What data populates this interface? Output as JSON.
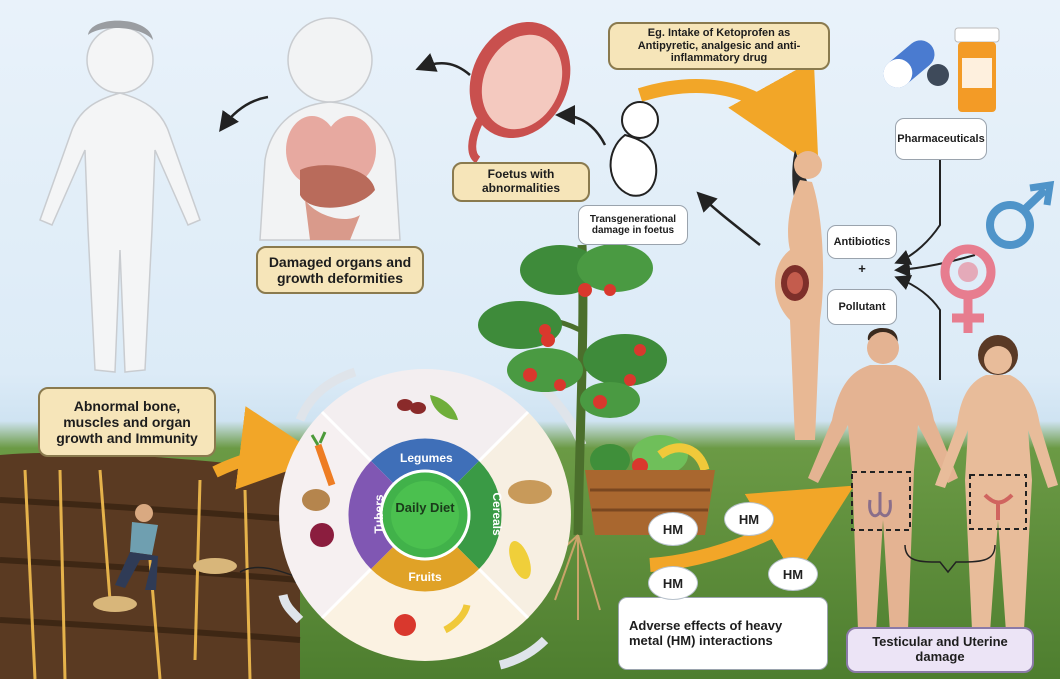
{
  "labels": {
    "ketoprofen": "Eg. Intake of Ketoprofen as Antipyretic, analgesic and anti-inflammatory drug",
    "foetus": "Foetus with abnormalities",
    "transgenerational": "Transgenerational damage in foetus",
    "damaged_organs": "Damaged organs and growth deformities",
    "abnormal_bone": "Abnormal bone, muscles and organ growth and Immunity",
    "pharmaceuticals": "Pharmaceuticals",
    "antibiotics": "Antibiotics",
    "plus": "+",
    "pollutant": "Pollutant",
    "adverse_effects": "Adverse effects of heavy metal (HM) interactions",
    "testicular": "Testicular and Uterine damage"
  },
  "hm_bubbles": [
    "HM",
    "HM",
    "HM",
    "HM"
  ],
  "diet_wheel": {
    "center": "Daily Diet",
    "segments": [
      "Legumes",
      "Cereals",
      "Fruits",
      "Tubers"
    ]
  },
  "colors": {
    "arrow_orange": "#f2a628",
    "legumes": "#3f6fb8",
    "cereals": "#3a9a45",
    "fruits": "#e0a227",
    "tubers": "#8057b3",
    "center": "#41b24a"
  }
}
